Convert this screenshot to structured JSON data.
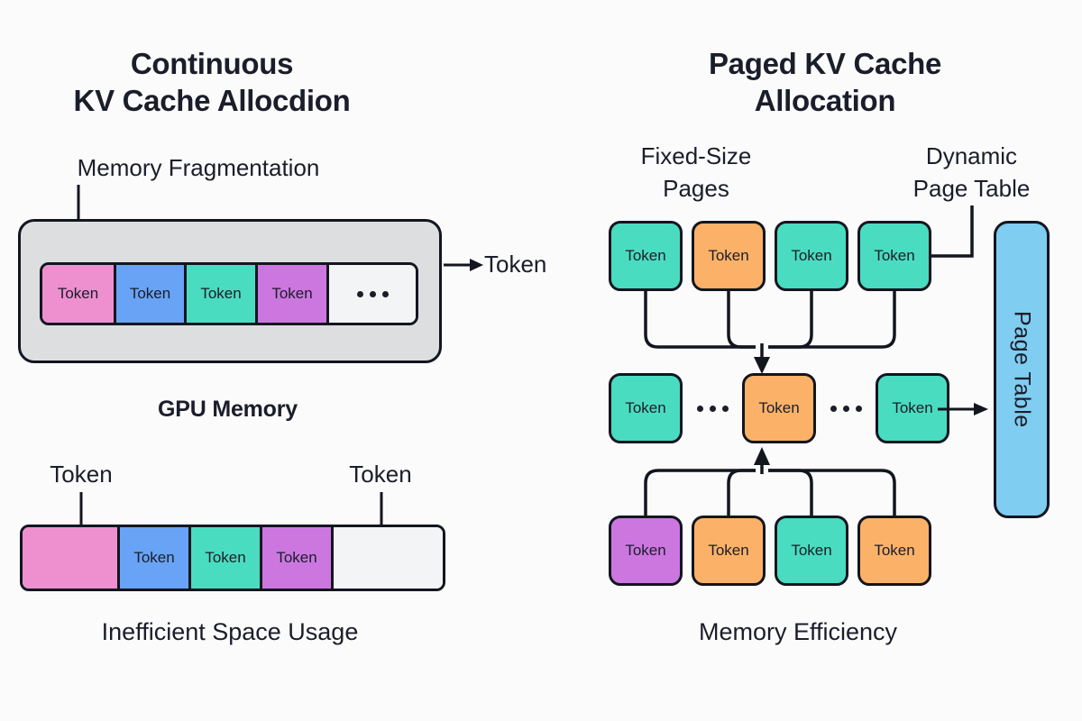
{
  "diagram": {
    "background": "#fbfbfb",
    "ink": "#13151f"
  },
  "palette": {
    "pink": "#ee8fd0",
    "blue": "#68a3f5",
    "teal": "#4adcc0",
    "purple": "#cc77e0",
    "orange": "#fbb268",
    "light_blue": "#7fcdf0",
    "empty": "#f2f4f6",
    "gpu_container": "#dcdee0",
    "outline": "#13151f"
  },
  "left_panel": {
    "title_line1": "Continuous",
    "title_line2": "KV Cache Allocdion",
    "annotation_fragmentation": "Memory Fragmentation",
    "token_callout": "Token",
    "subhead": "GPU Memory",
    "caption": "Inefficient Space Usage",
    "top_bar": {
      "name": "continuous-kv-cache-bar",
      "cells": [
        {
          "label": "Token",
          "color": "#ee8fd0",
          "width": 82
        },
        {
          "label": "Token",
          "color": "#68a3f5",
          "width": 78
        },
        {
          "label": "Token",
          "color": "#4adcc0",
          "width": 79
        },
        {
          "label": "Token",
          "color": "#cc77e0",
          "width": 79
        },
        {
          "label": "",
          "color": "#f2f4f6",
          "width": 96,
          "ellipsis": true
        }
      ]
    },
    "bottom_bar": {
      "name": "gpu-memory-bar",
      "cells": [
        {
          "label": "",
          "color": "#ee8fd0",
          "width": 108
        },
        {
          "label": "Token",
          "color": "#68a3f5",
          "width": 79
        },
        {
          "label": "Token",
          "color": "#4adcc0",
          "width": 79
        },
        {
          "label": "Token",
          "color": "#cc77e0",
          "width": 79
        },
        {
          "label": "",
          "color": "#f2f4f6",
          "width": 121
        }
      ],
      "callout_left": "Token",
      "callout_right": "Token"
    }
  },
  "right_panel": {
    "title_line1": "Paged KV Cache",
    "title_line2": "Allocation",
    "label_pages_line1": "Fixed-Size",
    "label_pages_line2": "Pages",
    "label_table_line1": "Dynamic",
    "label_table_line2": "Page Table",
    "caption": "Memory Efficiency",
    "page_table_label": "Page Table",
    "rows": [
      {
        "name": "fixed-size-pages-row",
        "boxes": [
          {
            "label": "Token",
            "color": "#4adcc0"
          },
          {
            "label": "Token",
            "color": "#fbb268"
          },
          {
            "label": "Token",
            "color": "#4adcc0"
          },
          {
            "label": "Token",
            "color": "#4adcc0"
          }
        ]
      },
      {
        "name": "paged-sequence-row",
        "boxes": [
          {
            "label": "Token",
            "color": "#4adcc0"
          },
          {
            "label": "...",
            "color": "none",
            "ellipsis": true
          },
          {
            "label": "Token",
            "color": "#fbb268"
          },
          {
            "label": "...",
            "color": "none",
            "ellipsis": true
          },
          {
            "label": "Token",
            "color": "#4adcc0"
          }
        ]
      },
      {
        "name": "memory-blocks-row",
        "boxes": [
          {
            "label": "Token",
            "color": "#cc77e0"
          },
          {
            "label": "Token",
            "color": "#fbb268"
          },
          {
            "label": "Token",
            "color": "#4adcc0"
          },
          {
            "label": "Token",
            "color": "#fbb268"
          }
        ]
      }
    ]
  }
}
